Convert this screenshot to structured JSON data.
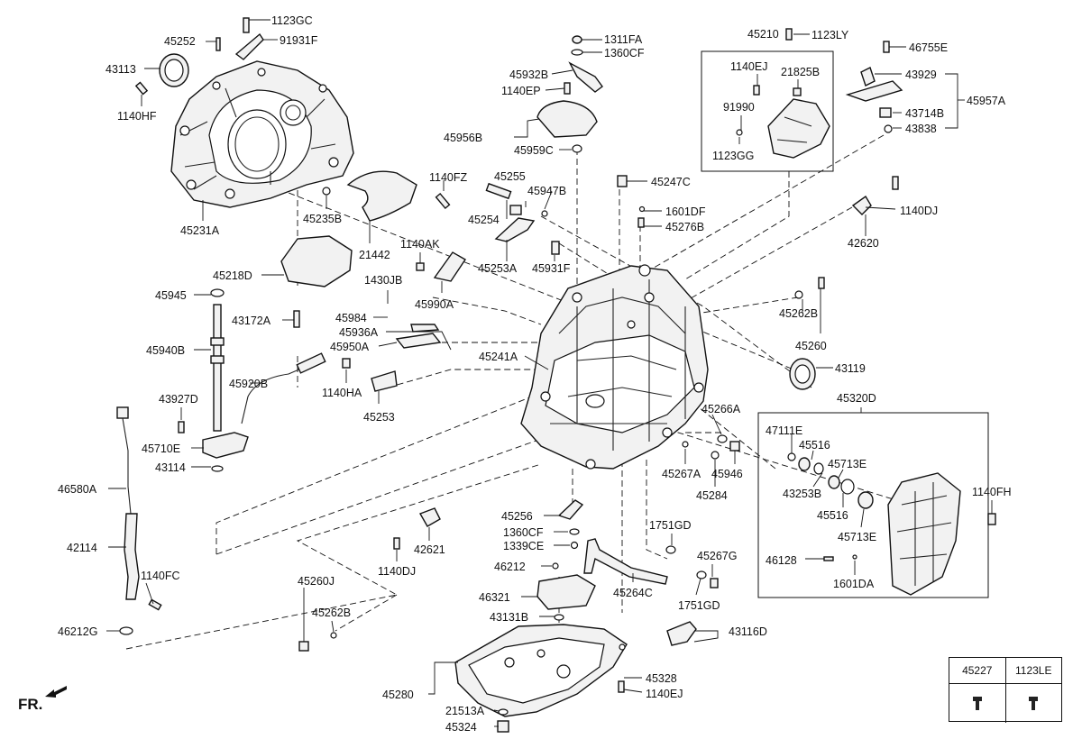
{
  "diagram": {
    "labels": {
      "p1123GC": "1123GC",
      "p45252": "45252",
      "p91931F": "91931F",
      "p43113": "43113",
      "p1140HF": "1140HF",
      "p45231A": "45231A",
      "p45235B": "45235B",
      "p21442": "21442",
      "p1140FZ": "1140FZ",
      "p45218D": "45218D",
      "p45945": "45945",
      "p43172A": "43172A",
      "p45940B": "45940B",
      "p45920B": "45920B",
      "p43927D": "43927D",
      "p45710E": "45710E",
      "p43114": "43114",
      "p46580A": "46580A",
      "p42114": "42114",
      "p1140FC": "1140FC",
      "p46212G": "46212G",
      "p1311FA": "1311FA",
      "p1360CF_a": "1360CF",
      "p45932B": "45932B",
      "p1140EP": "1140EP",
      "p45956B": "45956B",
      "p45959C": "45959C",
      "p45255": "45255",
      "p45947B": "45947B",
      "p45254": "45254",
      "p45253A": "45253A",
      "p45931F": "45931F",
      "p1140AK": "1140AK",
      "p45990A": "45990A",
      "p1430JB": "1430JB",
      "p45984": "45984",
      "p45936A": "45936A",
      "p45950A": "45950A",
      "p45241A": "45241A",
      "p1140HA": "1140HA",
      "p45253": "45253",
      "p45247C": "45247C",
      "p1601DF": "1601DF",
      "p45276B": "45276B",
      "p45210": "45210",
      "p1123LY": "1123LY",
      "p1140EJ_a": "1140EJ",
      "p21825B": "21825B",
      "p91990": "91990",
      "p1123GG": "1123GG",
      "p46755E": "46755E",
      "p43929": "43929",
      "p43714B": "43714B",
      "p43838": "43838",
      "p45957A": "45957A",
      "p1140DJ_a": "1140DJ",
      "p42620": "42620",
      "p45262B_a": "45262B",
      "p45260": "45260",
      "p43119": "43119",
      "p45320D": "45320D",
      "p47111E": "47111E",
      "p45516_a": "45516",
      "p45713E_a": "45713E",
      "p43253B": "43253B",
      "p45516_b": "45516",
      "p45713E_b": "45713E",
      "p1140FH": "1140FH",
      "p46128": "46128",
      "p1601DA": "1601DA",
      "p45266A": "45266A",
      "p45267A": "45267A",
      "p45946": "45946",
      "p45284": "45284",
      "p45256": "45256",
      "p1360CF_b": "1360CF",
      "p1339CE": "1339CE",
      "p42621": "42621",
      "p1140DJ_b": "1140DJ",
      "p1751GD_a": "1751GD",
      "p45267G": "45267G",
      "p46212": "46212",
      "p46321": "46321",
      "p45264C": "45264C",
      "p1751GD_b": "1751GD",
      "p43131B": "43131B",
      "p43116D": "43116D",
      "p45260J": "45260J",
      "p45262B_b": "45262B",
      "p45280": "45280",
      "p45328": "45328",
      "p1140EJ_b": "1140EJ",
      "p21513A": "21513A",
      "p45324": "45324"
    }
  },
  "legend": {
    "col1": "45227",
    "col2": "1123LE"
  },
  "direction": {
    "label": "FR."
  }
}
